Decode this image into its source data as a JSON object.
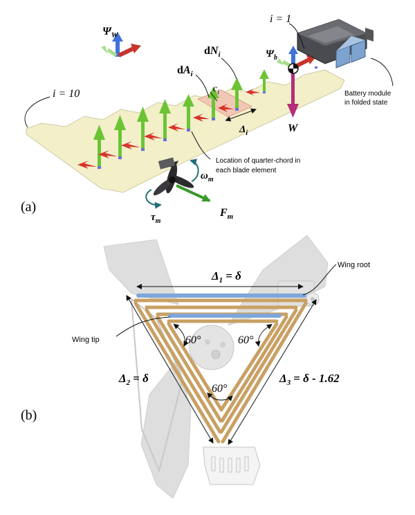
{
  "panel_a": {
    "label": "(a)",
    "frame_world": "Ψ",
    "frame_world_sub": "W",
    "frame_body": "Ψ",
    "frame_body_sub": "b",
    "dN_prefix": "d",
    "dN_var": "N",
    "dN_sub": "i",
    "dA_prefix": "d",
    "dA_var": "A",
    "dA_sub": "i",
    "chord_var": "c",
    "chord_sub": "i",
    "delta_var": "Δ",
    "delta_sub": "i",
    "i_one": "i = 1",
    "i_ten": "i = 10",
    "weight": "W",
    "battery_line1": "Battery module",
    "battery_line2": "in folded state",
    "quarter_line1": "Location of quarter-chord in",
    "quarter_line2": "each blade element",
    "omega_var": "ω",
    "omega_sub": "m",
    "tau_var": "τ",
    "tau_sub": "m",
    "force_var": "F",
    "force_sub": "m"
  },
  "panel_b": {
    "label": "(b)",
    "wing_root": "Wing root",
    "wing_tip": "Wing tip",
    "delta1_var": "Δ",
    "delta1_sub": "1",
    "delta1_rhs": "= δ",
    "delta2_var": "Δ",
    "delta2_sub": "2",
    "delta2_rhs": "= δ",
    "delta3_var": "Δ",
    "delta3_sub": "3",
    "delta3_rhs": "= δ - 1.62",
    "angle_left": "60°",
    "angle_right": "60°",
    "angle_bottom": "60°"
  },
  "colors": {
    "lift_arrow": "#6cc435",
    "drag_arrow": "#d8332a",
    "wing_surface": "#f2efc9",
    "highlight_element": "#f1c5b4",
    "weight_arrow": "#b42f7a",
    "frame_up": "#3f73d8",
    "frame_right": "#c8342b",
    "frame_side": "#79c44f",
    "strip_gold": "#c9a064",
    "strip_blue": "#7fa6d9",
    "rotor_gray": "#dedede"
  }
}
